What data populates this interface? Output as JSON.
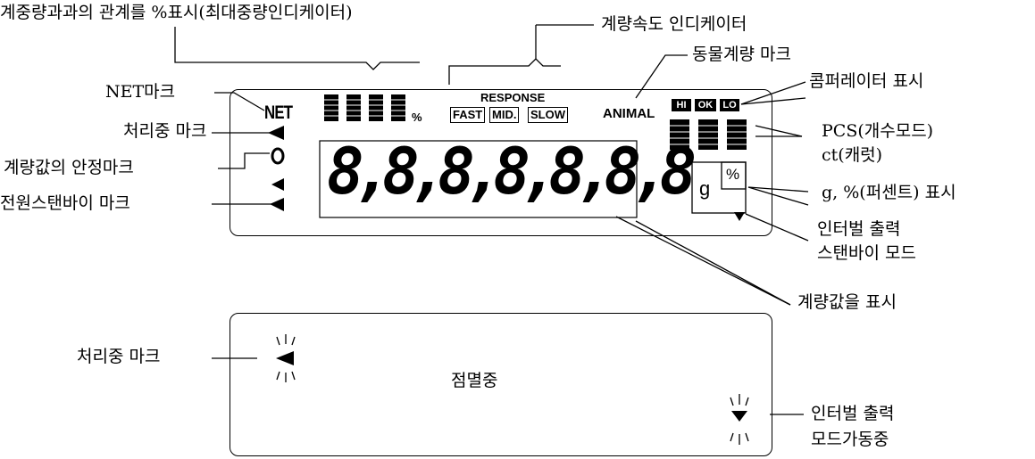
{
  "labels": {
    "max_indicator": "계중량과과의 관계를 %표시(최대중량인디케이터)",
    "response_indicator": "계량속도 인디케이터",
    "animal_mark": "동물계량 마크",
    "net_mark": "NET마크",
    "comparator": "콤퍼레이터 표시",
    "processing": "처리중 마크",
    "pcs": "PCS(개수모드)",
    "carat": "ct(캐럿)",
    "stable": "계량값의 안정마크",
    "standby": "전원스탠바이 마크",
    "g_percent": "g, %(퍼센트) 표시",
    "interval_standby_1": "인터벌 출력",
    "interval_standby_2": "스탠바이 모드",
    "weight_value": "계량값을 표시",
    "processing_2": "처리중 마크",
    "blinking": "점멸중",
    "interval_active_1": "인터벌 출력",
    "interval_active_2": "모드가동중"
  },
  "display": {
    "net": "NET",
    "percent": "%",
    "response": "RESPONSE",
    "fast": "FAST",
    "mid": "MID.",
    "slow": "SLOW",
    "animal": "ANIMAL",
    "hi": "HI",
    "ok": "OK",
    "lo": "LO",
    "digits": "8,8,8,8,8,8,8",
    "unit_g": "g",
    "unit_percent": "%"
  }
}
